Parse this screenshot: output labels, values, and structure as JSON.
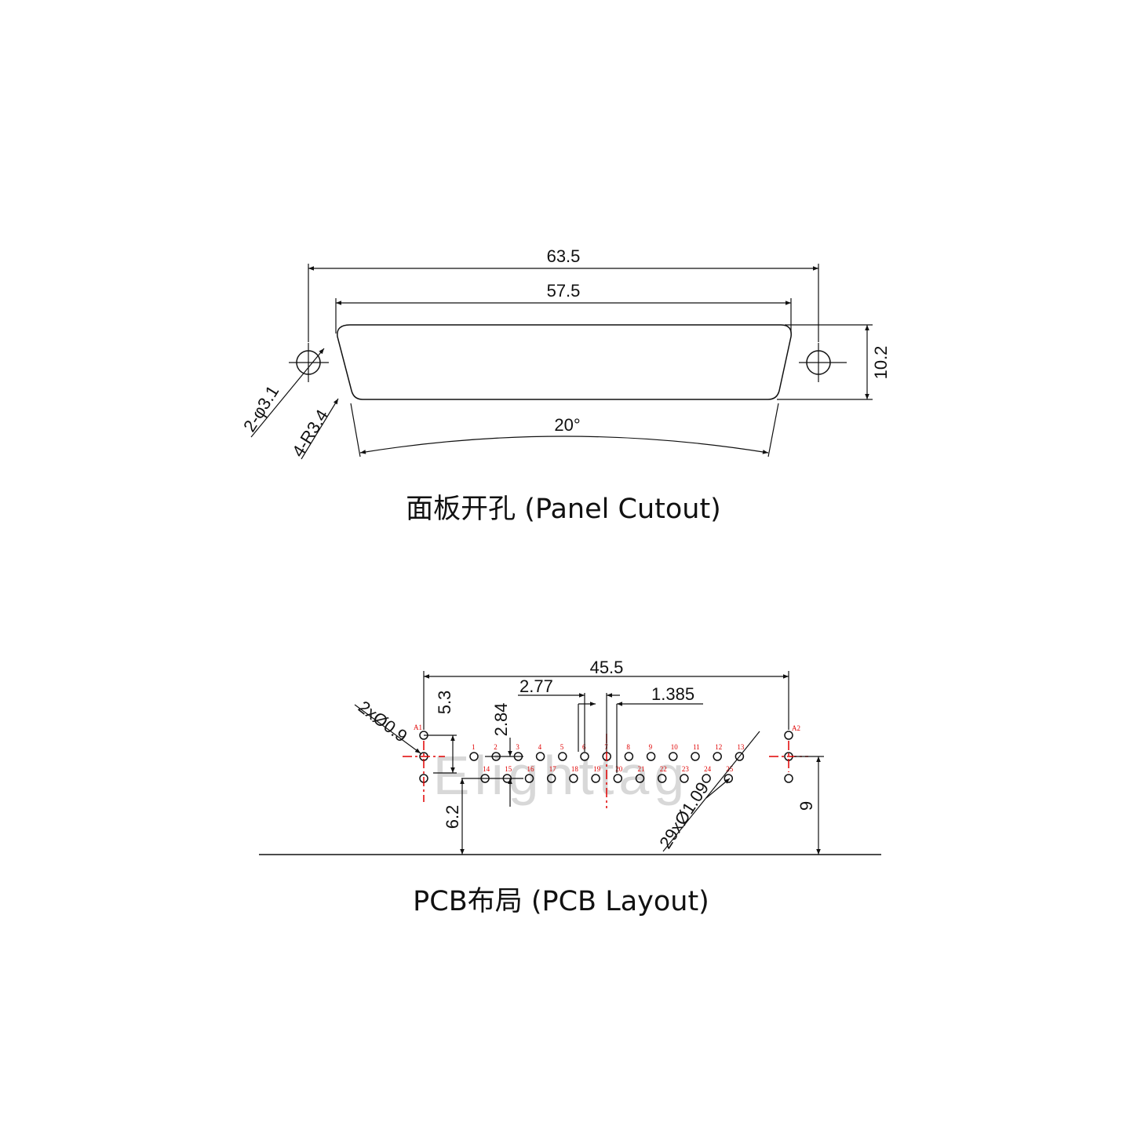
{
  "panel_cutout": {
    "caption": "面板开孔 (Panel Cutout)",
    "dim_overall_width": "63.5",
    "dim_opening_width": "57.5",
    "dim_height": "10.2",
    "dim_angle": "20°",
    "dim_hole": "2-φ3.1",
    "dim_radius": "4-R3.4"
  },
  "pcb_layout": {
    "caption": "PCB布局 (PCB Layout)",
    "dim_overall": "45.5",
    "dim_pitch": "2.77",
    "dim_half_pitch": "1.385",
    "dim_mount_offset": "5.3",
    "dim_row_spacing": "2.84",
    "dim_mount_holes": "2xØ0.9",
    "dim_pin_holes": "29xØ1.09",
    "dim_bottom_offset": "6.2",
    "dim_edge_offset": "9",
    "label_a1": "A1",
    "label_a2": "A2",
    "pins_top": [
      "1",
      "2",
      "3",
      "4",
      "5",
      "6",
      "7",
      "8",
      "9",
      "10",
      "11",
      "12",
      "13"
    ],
    "pins_bottom": [
      "14",
      "15",
      "16",
      "17",
      "18",
      "19",
      "20",
      "21",
      "22",
      "23",
      "24",
      "25"
    ],
    "watermark": "Elighttag"
  }
}
